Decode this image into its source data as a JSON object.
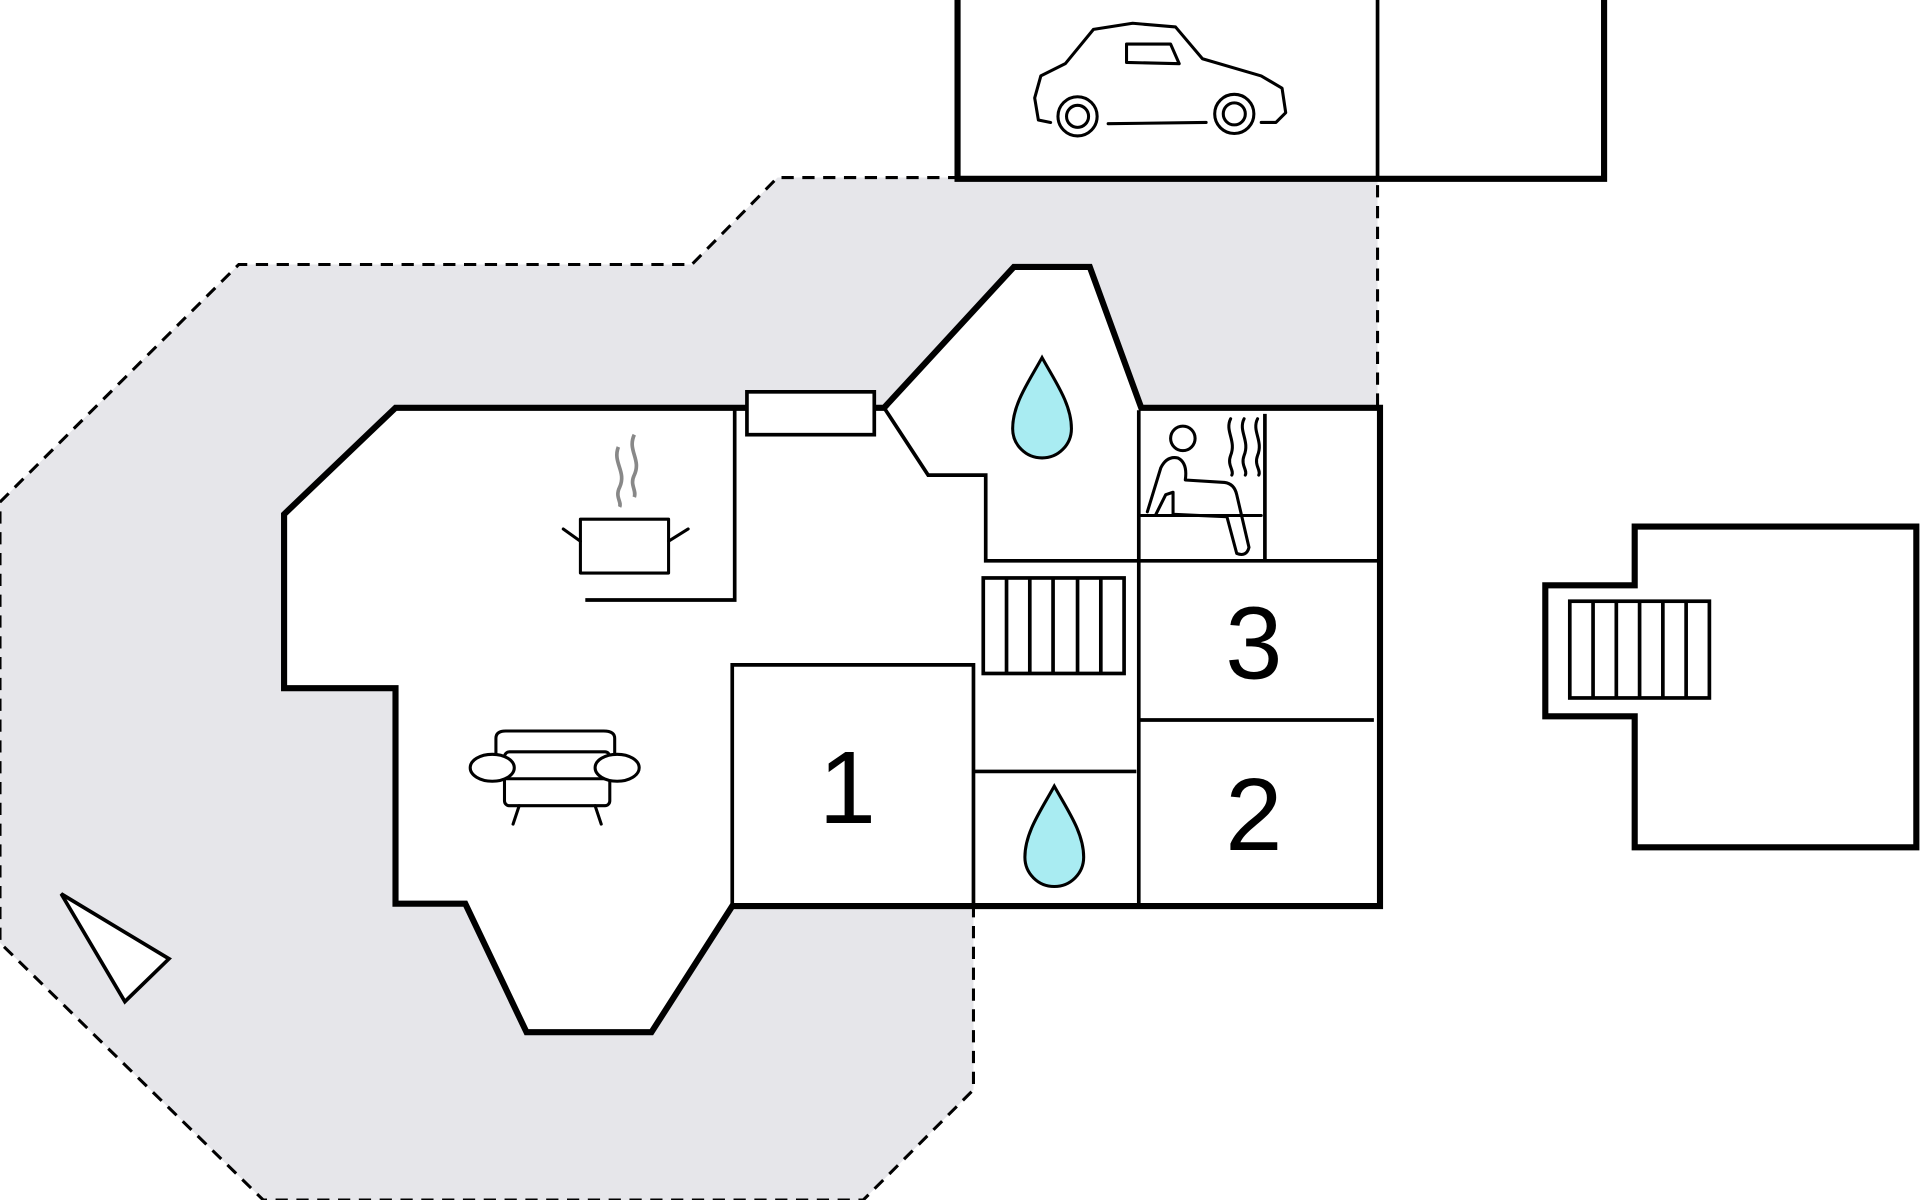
{
  "plan": {
    "rooms": [
      {
        "label": "1",
        "type": "bedroom"
      },
      {
        "label": "2",
        "type": "bedroom"
      },
      {
        "label": "3",
        "type": "bedroom"
      }
    ],
    "icons": [
      "car-icon",
      "cooking-pot-icon",
      "sofa-icon",
      "water-drop-icon",
      "sauna-icon",
      "stairs-icon",
      "north-arrow-icon"
    ]
  },
  "colors": {
    "terrace": "#e6e6ea",
    "water": "#a9ecf2",
    "steam": "#888888"
  }
}
